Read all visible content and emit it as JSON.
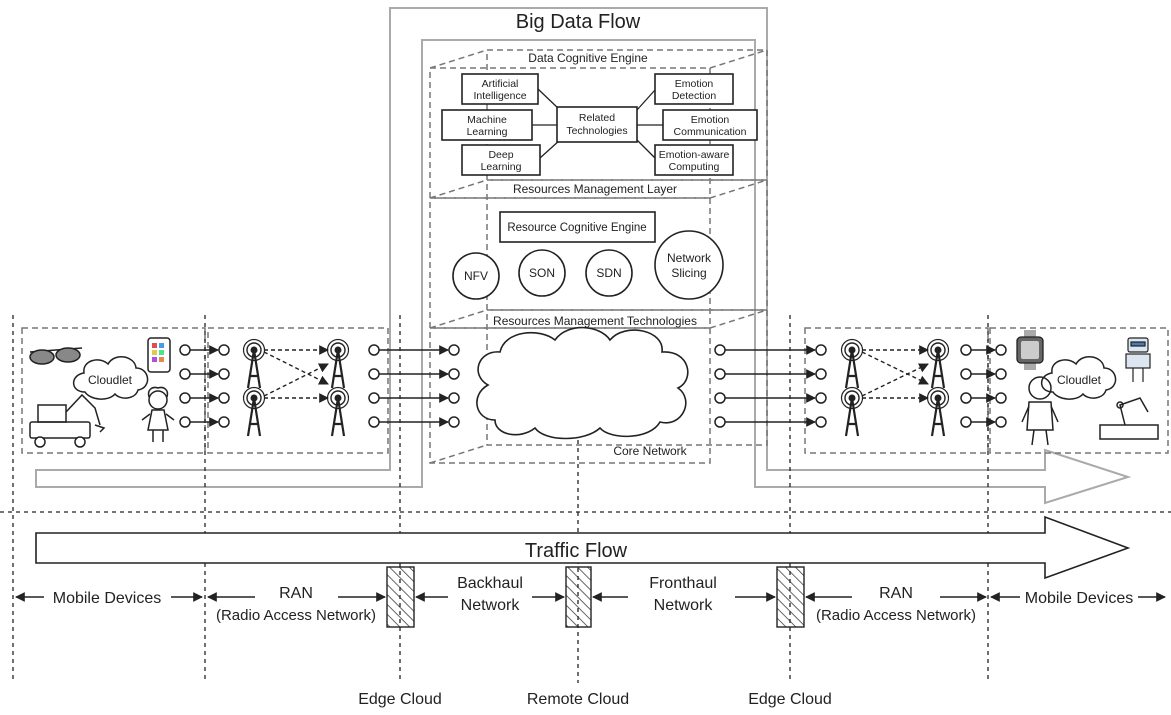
{
  "big_data_flow": {
    "title": "Big Data Flow"
  },
  "cognitive_engine": {
    "title": "Data Cognitive Engine",
    "hub": [
      "Related",
      "Technologies"
    ],
    "left_items": [
      [
        "Artificial",
        "Intelligence"
      ],
      [
        "Machine",
        "Learning"
      ],
      [
        "Deep",
        "Learning"
      ]
    ],
    "right_items": [
      [
        "Emotion",
        "Detection"
      ],
      [
        "Emotion",
        "Communication"
      ],
      [
        "Emotion-aware",
        "Computing"
      ]
    ]
  },
  "resources_layer": {
    "title": "Resources Management Layer",
    "engine": "Resource Cognitive Engine",
    "technologies_label": "Resources Management Technologies",
    "circles": [
      [
        "NFV"
      ],
      [
        "SON"
      ],
      [
        "SDN"
      ],
      [
        "Network",
        "Slicing"
      ]
    ]
  },
  "core_network": {
    "label": "Core Network"
  },
  "cloudlet_left": {
    "label": "Cloudlet"
  },
  "cloudlet_right": {
    "label": "Cloudlet"
  },
  "traffic_flow": {
    "label": "Traffic Flow"
  },
  "segments": {
    "mobile_left": "Mobile Devices",
    "ran_left": [
      "RAN",
      "(Radio Access Network)"
    ],
    "backhaul": [
      "Backhaul",
      "Network"
    ],
    "fronthaul": [
      "Fronthaul",
      "Network"
    ],
    "ran_right": [
      "RAN",
      "(Radio Access Network)"
    ],
    "mobile_right": "Mobile Devices"
  },
  "clouds": {
    "edge_left": "Edge Cloud",
    "remote": "Remote Cloud",
    "edge_right": "Edge Cloud"
  },
  "colors": {
    "line": "#222222",
    "dash": "#777777",
    "flow_border": "#aaaaaa",
    "box_fill": "#ffffff"
  }
}
